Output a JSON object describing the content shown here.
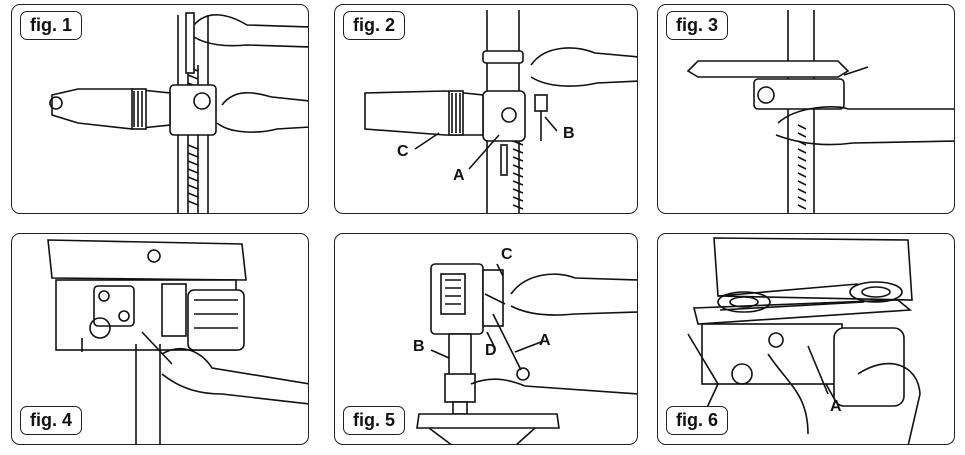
{
  "figures": [
    {
      "label": "fig. 1",
      "callouts": []
    },
    {
      "label": "fig. 2",
      "callouts": [
        "C",
        "A",
        "B"
      ]
    },
    {
      "label": "fig. 3",
      "callouts": []
    },
    {
      "label": "fig. 4",
      "callouts": []
    },
    {
      "label": "fig. 5",
      "callouts": [
        "C",
        "B",
        "D",
        "A"
      ]
    },
    {
      "label": "fig. 6",
      "callouts": [
        "A"
      ]
    }
  ],
  "icons": [
    "drill-press-column-illustration",
    "drill-head-illustration",
    "hand-illustration"
  ]
}
